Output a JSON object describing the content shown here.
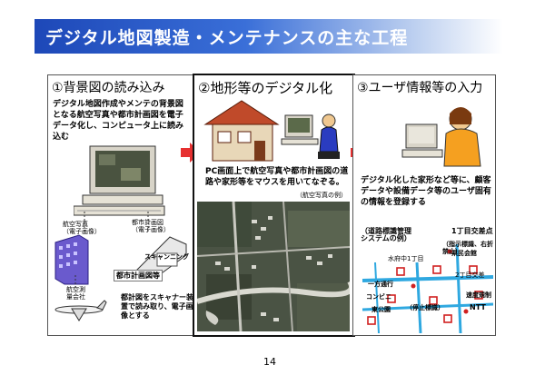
{
  "header": {
    "title": "デジタル地図製造・メンテナンスの主な工程"
  },
  "panels": [
    {
      "title": "①背景図の読み込み",
      "description": "デジタル地図作成やメンテの背景図となる航空写真や都市計画図を電子データ化し、コンピュータ上に読み込む",
      "labels": {
        "aerial_photo": "航空写真\n（電子画像）",
        "city_plan": "都市計画図\n（電子画像）",
        "scanner": "スキャンニング",
        "city_plan_tag": "都市計画図等",
        "aerial_company": "航空測量会社",
        "scanner_note": "都計図をスキャナー装置で読み取り、電子画像とする"
      }
    },
    {
      "title": "②地形等のデジタル化",
      "description": "PC画面上で航空写真や都市計画図の道路や家形等をマウスを用いてなぞる。",
      "photo_caption": "（航空写真の例）"
    },
    {
      "title": "③ユーザ情報等の入力",
      "description": "デジタル化した家形など等に、顧客データや設備データ等のユーザ固有の情報を登録する",
      "map_labels": {
        "system_example": "（道路標識管理システムの例）",
        "block_intersection": "1丁目交差点",
        "sign_info": "（指示標識、右折禁止）",
        "parking": "県民会館",
        "route": "水府中1丁目",
        "chome_kita": "2丁目交差",
        "one_way": "一方通行",
        "speed_limit": "速度規制",
        "convenience": "コンビニ",
        "east_park": "東公園",
        "stop": "（停止標識）",
        "ntt": "NTT"
      }
    }
  ],
  "page_number": "14",
  "colors": {
    "header_blue": "#1d48b8",
    "arrow_red": "#e63030",
    "map_road": "#2fa8e0",
    "map_sign": "#d02020"
  }
}
